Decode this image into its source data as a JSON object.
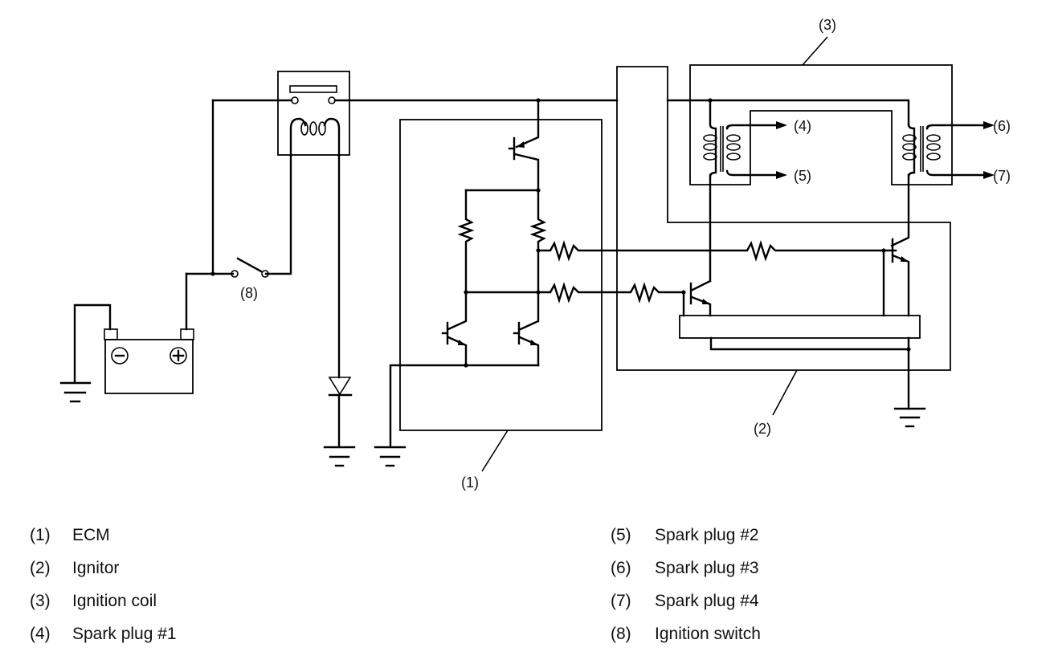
{
  "diagram": {
    "title": "Ignition system circuit diagram",
    "callouts": {
      "ecm": "(1)",
      "ignitor": "(2)",
      "ignition_coil": "(3)",
      "spark_plug_1": "(4)",
      "spark_plug_2": "(5)",
      "spark_plug_3": "(6)",
      "spark_plug_4": "(7)",
      "ignition_switch": "(8)"
    },
    "battery": {
      "negative": "−",
      "positive": "+"
    }
  },
  "legend": {
    "left": [
      {
        "num": "(1)",
        "label": "ECM"
      },
      {
        "num": "(2)",
        "label": "Ignitor"
      },
      {
        "num": "(3)",
        "label": "Ignition coil"
      },
      {
        "num": "(4)",
        "label": "Spark plug #1"
      }
    ],
    "right": [
      {
        "num": "(5)",
        "label": "Spark plug #2"
      },
      {
        "num": "(6)",
        "label": "Spark plug #3"
      },
      {
        "num": "(7)",
        "label": "Spark plug #4"
      },
      {
        "num": "(8)",
        "label": "Ignition switch"
      }
    ]
  }
}
